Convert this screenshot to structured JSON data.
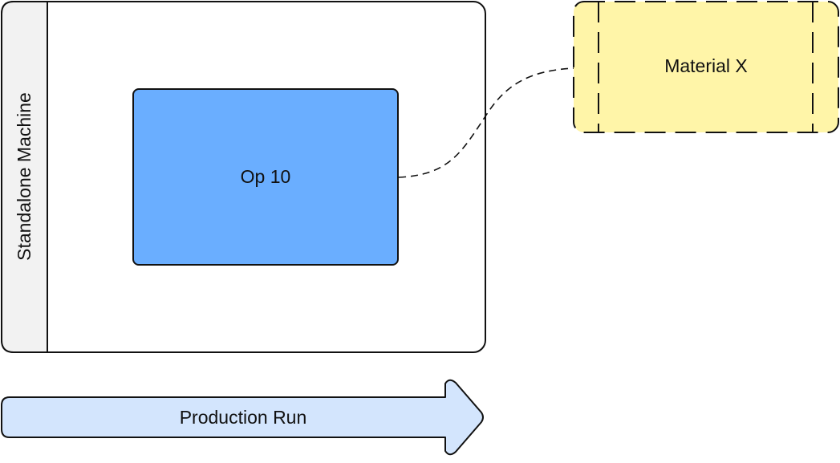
{
  "pool": {
    "lane_label": "Standalone Machine"
  },
  "task": {
    "label": "Op 10",
    "color": "#6aaeff"
  },
  "data_object": {
    "label": "Material X",
    "color": "#fff5a8"
  },
  "flow_arrow": {
    "label": "Production Run",
    "color": "#d3e5fd"
  },
  "colors": {
    "stroke": "#111111",
    "lane_header": "#f2f2f2"
  }
}
